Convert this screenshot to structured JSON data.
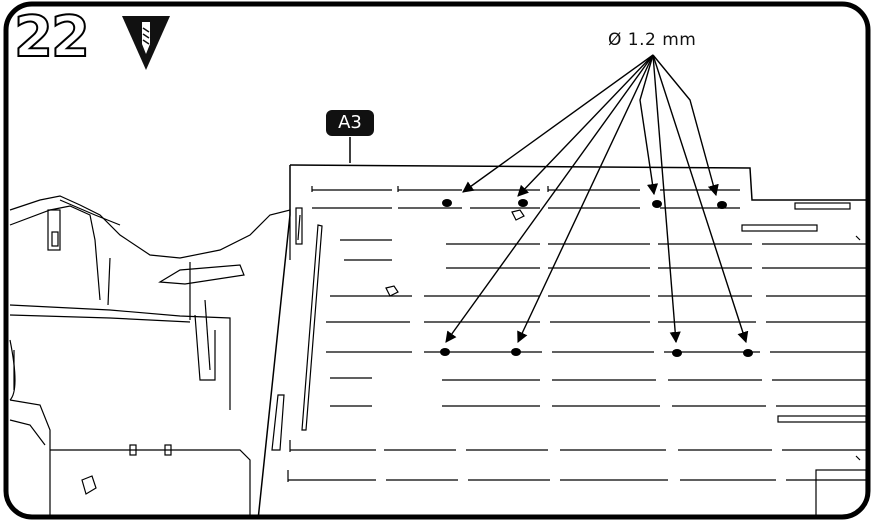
{
  "step": {
    "number": "22"
  },
  "drill_icon": "drill-bit-icon",
  "part_label": "A3",
  "hole_callout": {
    "text": "Ø 1.2 mm"
  }
}
